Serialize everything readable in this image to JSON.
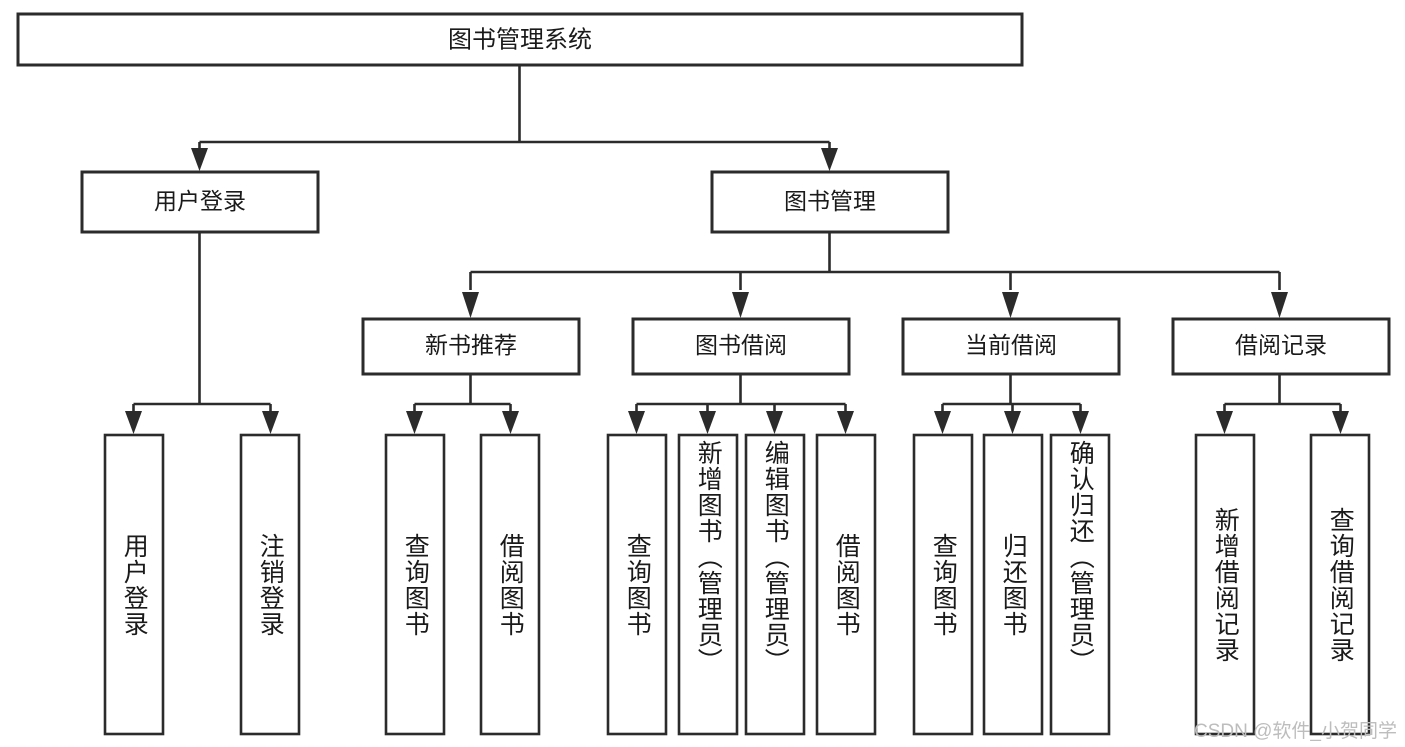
{
  "diagram": {
    "title": "图书管理系统",
    "type": "tree-hierarchy",
    "watermark": "CSDN @软件_小贺同学",
    "colors": {
      "stroke": "#2b2b2b",
      "fill": "#ffffff",
      "text": "#1a1a1a",
      "watermark": "#bdbdbd"
    },
    "root": {
      "label": "图书管理系统"
    },
    "level2": [
      {
        "label": "用户登录"
      },
      {
        "label": "图书管理"
      }
    ],
    "level3": [
      {
        "label": "新书推荐"
      },
      {
        "label": "图书借阅"
      },
      {
        "label": "当前借阅"
      },
      {
        "label": "借阅记录"
      }
    ],
    "leaves": {
      "user_login": [
        {
          "label": "用户登录"
        },
        {
          "label": "注销登录"
        }
      ],
      "new_book_recommend": [
        {
          "label": "查询图书"
        },
        {
          "label": "借阅图书"
        }
      ],
      "book_borrow": [
        {
          "label": "查询图书"
        },
        {
          "label": "新增图书（管理员）"
        },
        {
          "label": "编辑图书（管理员）"
        },
        {
          "label": "借阅图书"
        }
      ],
      "current_borrow": [
        {
          "label": "查询图书"
        },
        {
          "label": "归还图书"
        },
        {
          "label": "确认归还（管理员）"
        }
      ],
      "borrow_record": [
        {
          "label": "新增借阅记录"
        },
        {
          "label": "查询借阅记录"
        }
      ]
    }
  }
}
